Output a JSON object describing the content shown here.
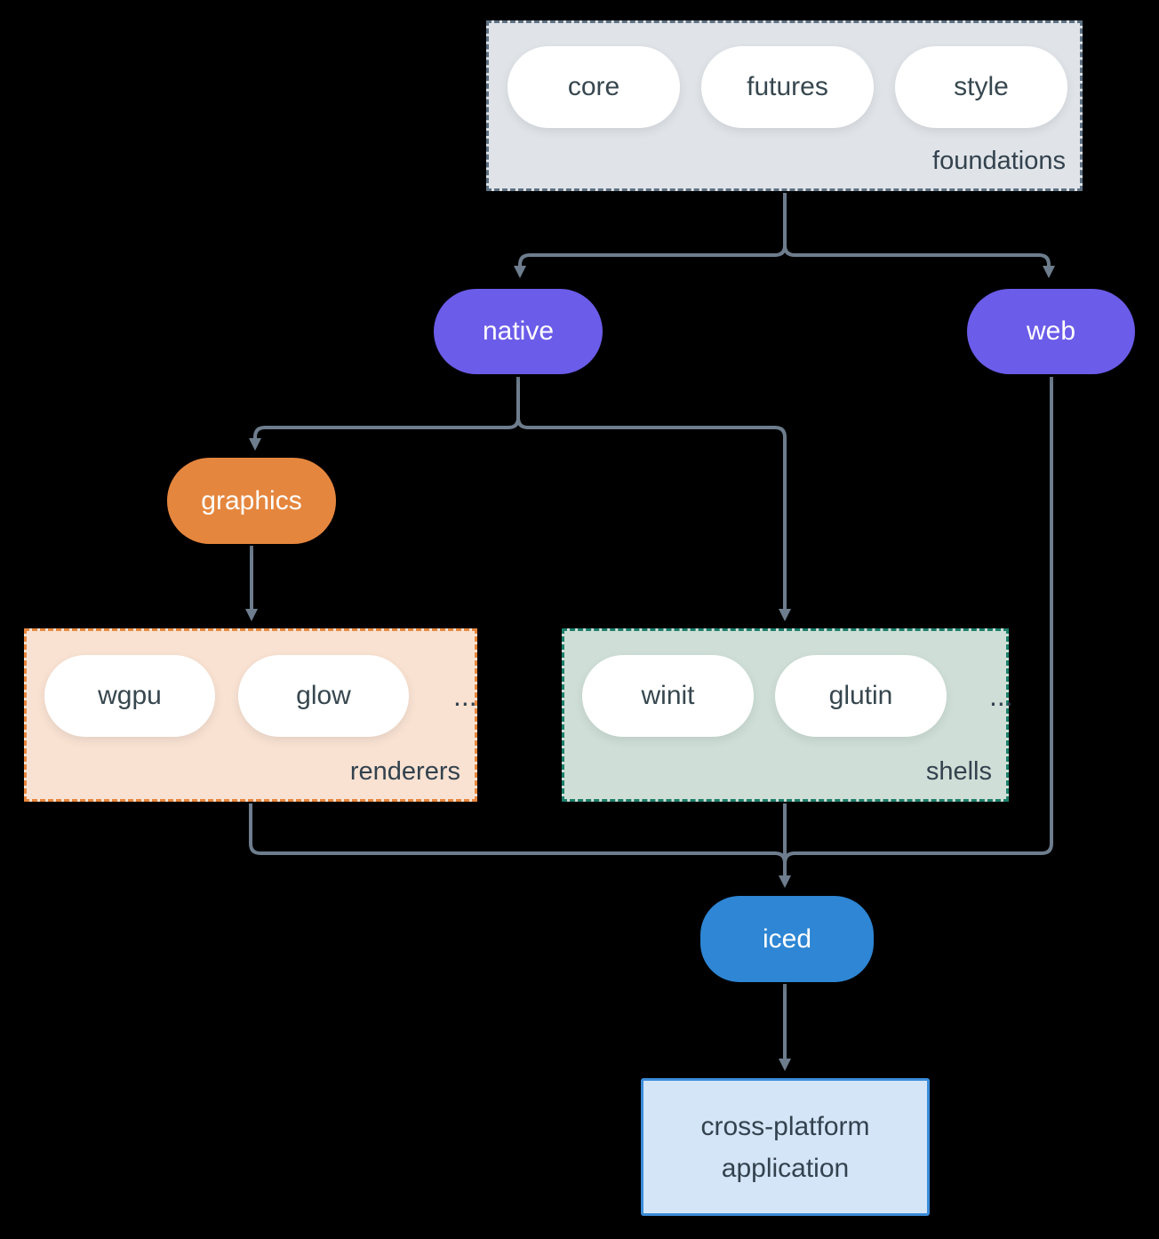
{
  "colors": {
    "bg": "#000000",
    "line": "#6e7d8d",
    "node-text-dark": "#37474f",
    "label-text": "#33424e",
    "purple": "#6b5ce9",
    "orange": "#e5863e",
    "blue": "#2e86d4",
    "pill-bg": "#ffffff",
    "pill-text-light": "#ffffff",
    "foundations-bg": "#e0e4e8",
    "foundations-border": "#5d7183",
    "renderers-bg": "#f9e2d2",
    "renderers-border": "#e8873f",
    "shells-bg": "#cfdfd7",
    "shells-border": "#1d7f6b",
    "app-bg": "#d4e5f7",
    "app-border": "#3c8cd9"
  },
  "foundations": {
    "label": "foundations",
    "pills": [
      "core",
      "futures",
      "style"
    ]
  },
  "nodes": {
    "native": "native",
    "web": "web",
    "graphics": "graphics",
    "iced": "iced"
  },
  "renderers": {
    "label": "renderers",
    "pills": [
      "wgpu",
      "glow"
    ],
    "ellipsis": "..."
  },
  "shells": {
    "label": "shells",
    "pills": [
      "winit",
      "glutin"
    ],
    "ellipsis": "..."
  },
  "app": {
    "label": "cross-platform application"
  }
}
